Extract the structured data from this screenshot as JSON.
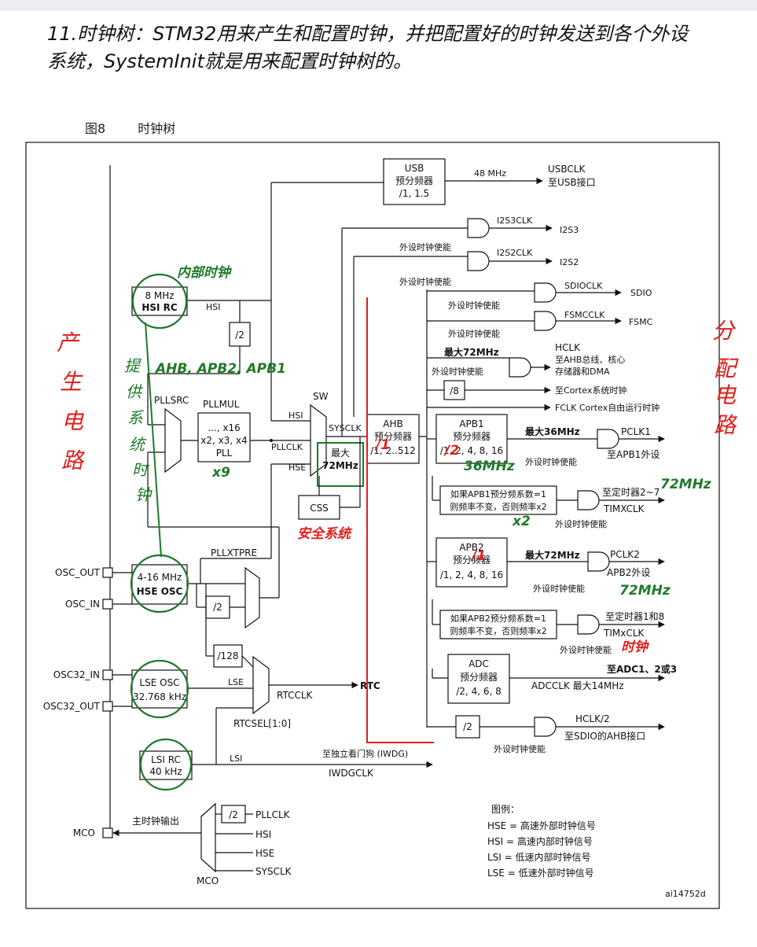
{
  "note": {
    "line1": "11.时钟树：STM32用来产生和配置时钟，并把配置好的时钟发送到各个外设",
    "line2": "系统，SystemInit就是用来配置时钟树的。"
  },
  "figure": {
    "number": "图8",
    "title": "时钟树",
    "id": "ai14752d"
  },
  "sources": {
    "hsi": [
      "8 MHz",
      "HSI RC"
    ],
    "hse": [
      "4-16 MHz",
      "HSE OSC"
    ],
    "lse": [
      "LSE OSC",
      "32.768 kHz"
    ],
    "lsi": [
      "LSI RC",
      "40 kHz"
    ]
  },
  "pins": {
    "osc_out": "OSC_OUT",
    "osc_in": "OSC_IN",
    "osc32_in": "OSC32_IN",
    "osc32_out": "OSC32_OUT",
    "mco": "MCO"
  },
  "labels": {
    "hsi": "HSI",
    "hse": "HSE",
    "lse": "LSE",
    "lsi": "LSI",
    "div2": "/2",
    "div8": "/8",
    "div128": "/128",
    "pllsrc": "PLLSRC",
    "pllmul": "PLLMUL",
    "pll": [
      "..., x16",
      "x2, x3, x4",
      "PLL"
    ],
    "pllclk": "PLLCLK",
    "sw": "SW",
    "sysclk": "SYSCLK",
    "css": "CSS",
    "pllxtpre": "PLLXTPRE",
    "rtcclk": "RTCCLK",
    "rtc": "RTC",
    "rtcsel": "RTCSEL[1:0]",
    "iwdg_to": "至独立看门狗 (IWDG)",
    "iwdgclk": "IWDGCLK",
    "mco_out": "主时钟输出",
    "mco_mux": "MCO",
    "mco_src": [
      "PLLCLK",
      "HSI",
      "HSE",
      "SYSCLK"
    ],
    "max72": [
      "最大",
      "72MHz"
    ]
  },
  "usb": {
    "box": [
      "USB",
      "预分频器",
      "/1, 1.5"
    ],
    "freq": "48 MHz",
    "out": "USBCLK",
    "dest": "至USB接口"
  },
  "i2s": [
    {
      "clk": "I2S3CLK",
      "dest": "I2S3"
    },
    {
      "clk": "I2S2CLK",
      "dest": "I2S2"
    }
  ],
  "enable": "外设时钟使能",
  "sdio": {
    "clk": "SDIOCLK",
    "dest": "SDIO"
  },
  "fsmc": {
    "clk": "FSMCCLK",
    "dest": "FSMC"
  },
  "hclk": {
    "max": "最大72MHz",
    "name": "HCLK",
    "dest": [
      "至AHB总线、核心",
      "存储器和DMA"
    ]
  },
  "cortex": "至Cortex系统时钟",
  "fclk": "FCLK Cortex自由运行时钟",
  "ahb": [
    "AHB",
    "预分频器",
    "/1, 2..512"
  ],
  "apb1": {
    "box": [
      "APB1",
      "预分频器",
      "/1, 2, 4, 8, 16"
    ],
    "max": "最大36MHz",
    "pclk": "PCLK1",
    "dest": "至APB1外设",
    "timer_rule": [
      "如果APB1预分频系数=1",
      "则频率不变，否则频率x2"
    ],
    "timer_dest": "至定时器2~7",
    "timer_clk": "TIMXCLK"
  },
  "apb2": {
    "box": [
      "APB2",
      "预分频器",
      "/1, 2, 4, 8, 16"
    ],
    "max": "最大72MHz",
    "pclk": "PCLK2",
    "dest": "APB2外设",
    "timer_rule": [
      "如果APB2预分频系数=1",
      "则频率不变，否则频率x2"
    ],
    "timer_dest": "至定时器1和8",
    "timer_clk": "TIMxCLK"
  },
  "adc": {
    "box": [
      "ADC",
      "预分频器",
      "/2, 4, 6, 8"
    ],
    "dest": "至ADC1、2或3",
    "clk": "ADCCLK 最大14MHz"
  },
  "hclk2": {
    "name": "HCLK/2",
    "dest": "至SDIO的AHB接口"
  },
  "legend": {
    "title": "图例：",
    "items": [
      "HSE = 高速外部时钟信号",
      "HSI = 高速内部时钟信号",
      "LSI = 低速内部时钟信号",
      "LSE = 低速外部时钟信号"
    ]
  },
  "annotations": {
    "internal": "内部时钟",
    "provide": [
      "提",
      "供",
      "系",
      "统",
      "时",
      "钟"
    ],
    "ahb_apb": "AHB, APB2, APB1",
    "x9": "x9",
    "produce": [
      "产",
      "生",
      "电",
      "路"
    ],
    "distribute": [
      "分",
      "配",
      "电",
      "路"
    ],
    "apb1_36": "36MHz",
    "x2": "x2",
    "timer_72": "72MHz",
    "apb2_72": "72MHz",
    "css": "安全系统",
    "timer_clock": "时钟",
    "ahb_div": "/1",
    "apb1_div": "/2",
    "apb2_div": "/1"
  },
  "colors": {
    "green": "#1f7a2a",
    "red": "#e0201c",
    "line": "#111111"
  }
}
